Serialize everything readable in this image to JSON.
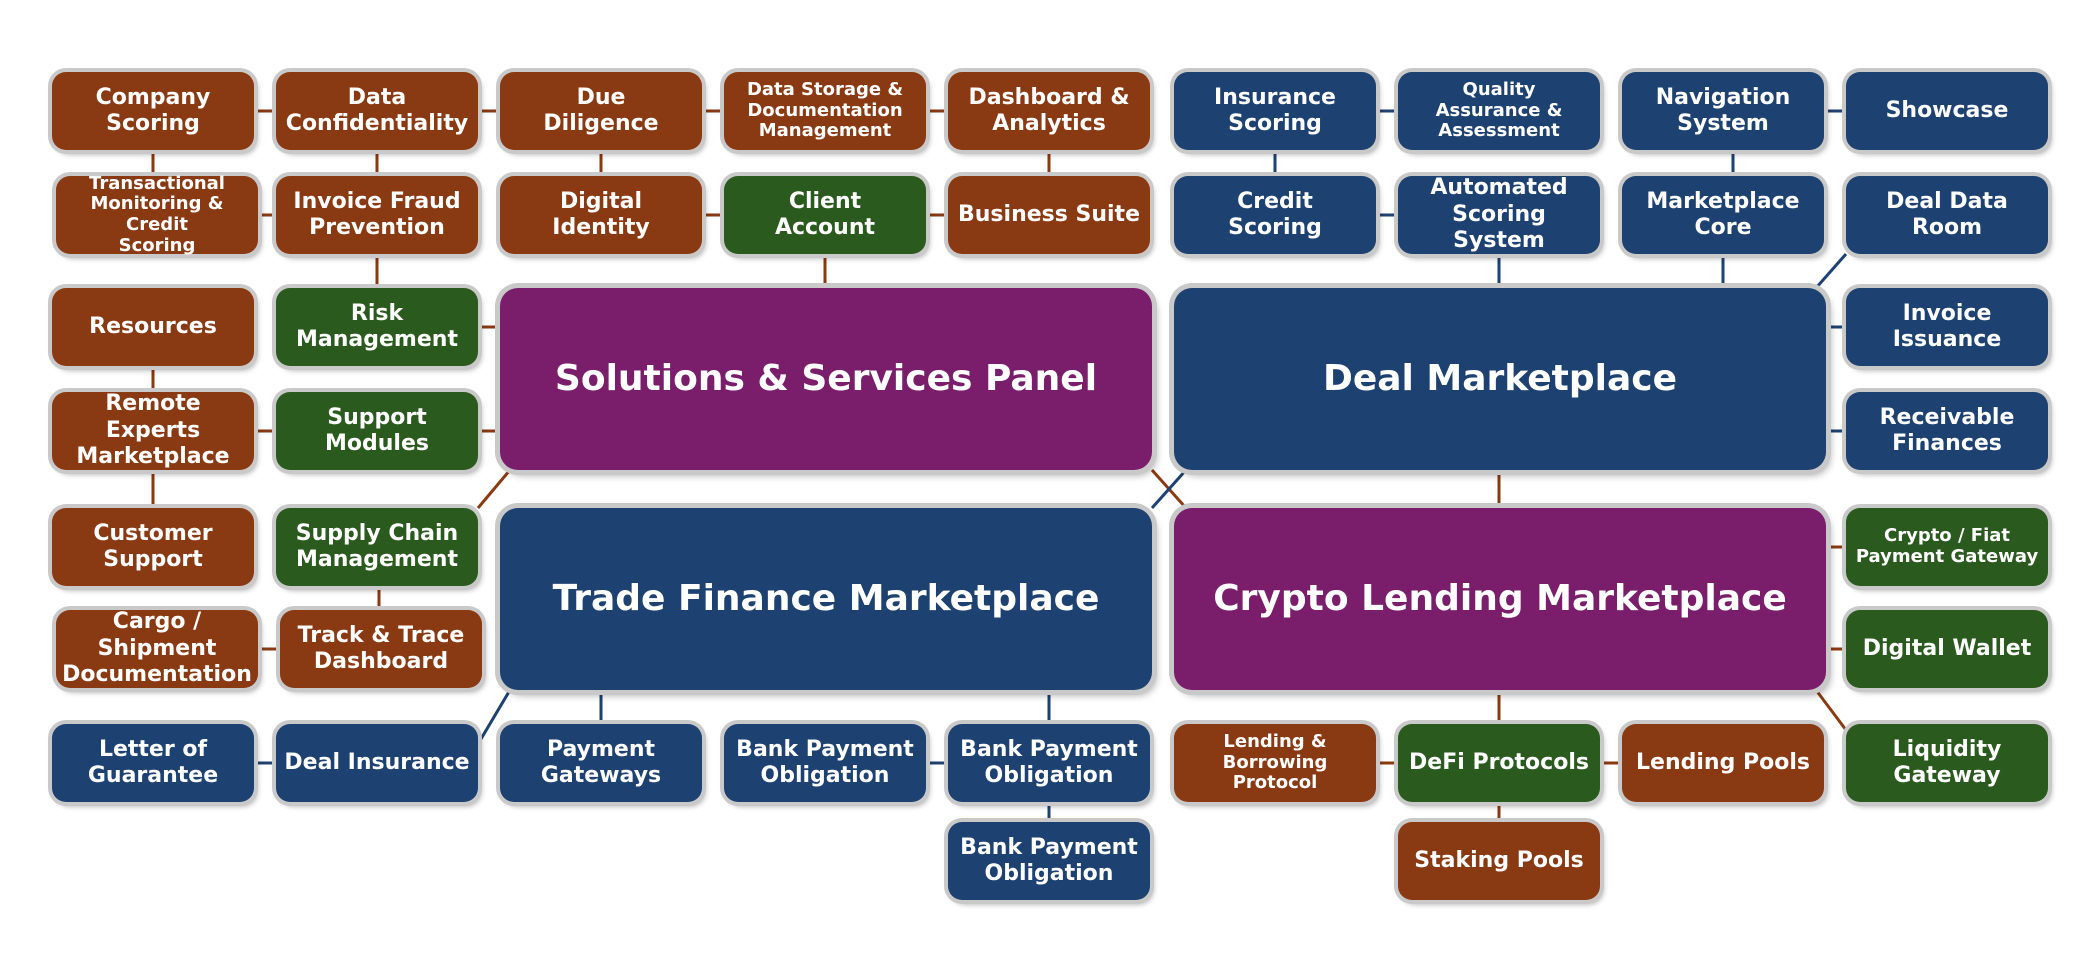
{
  "colors": {
    "brown": "#8a3a12",
    "navy": "#1d4170",
    "green": "#2b5a1f",
    "purple": "#7a1e6c"
  },
  "hubs": {
    "solutions": "Solutions & Services Panel",
    "deal": "Deal Marketplace",
    "trade": "Trade Finance Marketplace",
    "crypto": "Crypto Lending Marketplace"
  },
  "nodes": {
    "company_scoring": "Company\nScoring",
    "data_confidentiality": "Data\nConfidentiality",
    "due_diligence": "Due\nDiligence",
    "data_storage": "Data Storage &\nDocumentation\nManagement",
    "dashboard_analytics": "Dashboard &\nAnalytics",
    "transactional_monitoring": "Transactional\nMonitoring & Credit\nScoring",
    "invoice_fraud": "Invoice Fraud\nPrevention",
    "digital_identity": "Digital\nIdentity",
    "client_account": "Client\nAccount",
    "business_suite": "Business Suite",
    "resources": "Resources",
    "risk_management": "Risk\nManagement",
    "remote_experts": "Remote Experts\nMarketplace",
    "support_modules": "Support\nModules",
    "customer_support": "Customer\nSupport",
    "supply_chain": "Supply Chain\nManagement",
    "cargo_docs": "Cargo / Shipment\nDocumentation",
    "track_trace": "Track & Trace\nDashboard",
    "letter_guarantee": "Letter of\nGuarantee",
    "deal_insurance": "Deal Insurance",
    "payment_gateways": "Payment\nGateways",
    "bpo_1": "Bank Payment\nObligation",
    "bpo_2": "Bank Payment\nObligation",
    "bpo_3": "Bank Payment\nObligation",
    "insurance_scoring": "Insurance\nScoring",
    "quality_assurance": "Quality\nAssurance &\nAssessment",
    "navigation_system": "Navigation\nSystem",
    "showcase": "Showcase",
    "credit_scoring": "Credit\nScoring",
    "automated_scoring": "Automated\nScoring System",
    "marketplace_core": "Marketplace\nCore",
    "deal_data_room": "Deal Data\nRoom",
    "invoice_issuance": "Invoice\nIssuance",
    "receivable_finances": "Receivable\nFinances",
    "crypto_fiat_gateway": "Crypto / Fiat\nPayment Gateway",
    "digital_wallet": "Digital Wallet",
    "lending_borrowing": "Lending &\nBorrowing Protocol",
    "defi_protocols": "DeFi Protocols",
    "lending_pools": "Lending Pools",
    "liquidity_gateway": "Liquidity\nGateway",
    "staking_pools": "Staking Pools"
  }
}
